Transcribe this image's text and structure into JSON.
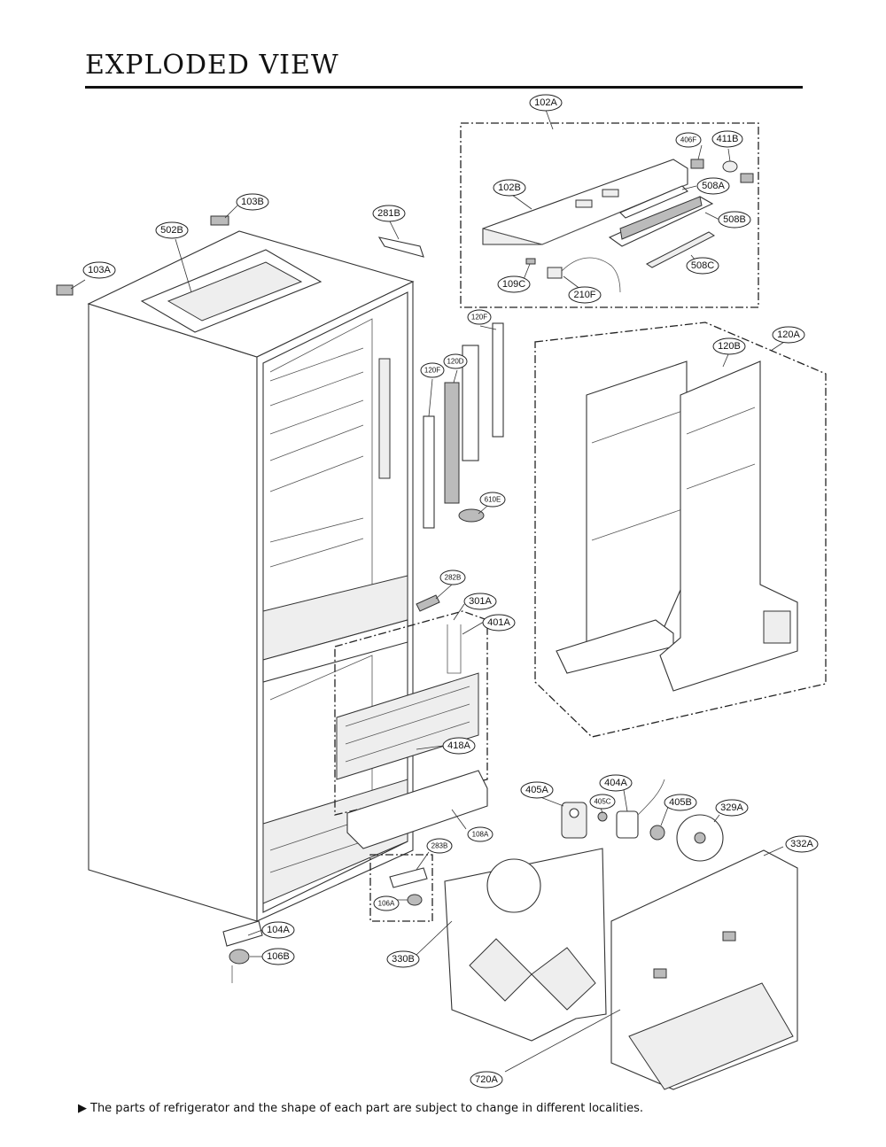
{
  "page": {
    "title": "EXPLODED VIEW",
    "footnote": "The parts of refrigerator and the shape of each part are subject to change in different localities."
  },
  "callouts": {
    "c102A": "102A",
    "c406F": "406F",
    "c411B": "411B",
    "c102B": "102B",
    "c508A": "508A",
    "c508B": "508B",
    "c508C": "508C",
    "c109C": "109C",
    "c210F": "210F",
    "c103B": "103B",
    "c502B": "502B",
    "c281B": "281B",
    "c103A": "103A",
    "c120F_a": "120F",
    "c120D": "120D",
    "c120F_b": "120F",
    "c610E": "610E",
    "c120B": "120B",
    "c120A": "120A",
    "c282B": "282B",
    "c301A": "301A",
    "c401A": "401A",
    "c418A": "418A",
    "c108A": "108A",
    "c283B": "283B",
    "c106A": "106A",
    "c104A": "104A",
    "c106B": "106B",
    "c405A": "405A",
    "c405C": "405C",
    "c404A": "404A",
    "c405B": "405B",
    "c329A": "329A",
    "c332A": "332A",
    "c330B": "330B",
    "c720A": "720A"
  }
}
